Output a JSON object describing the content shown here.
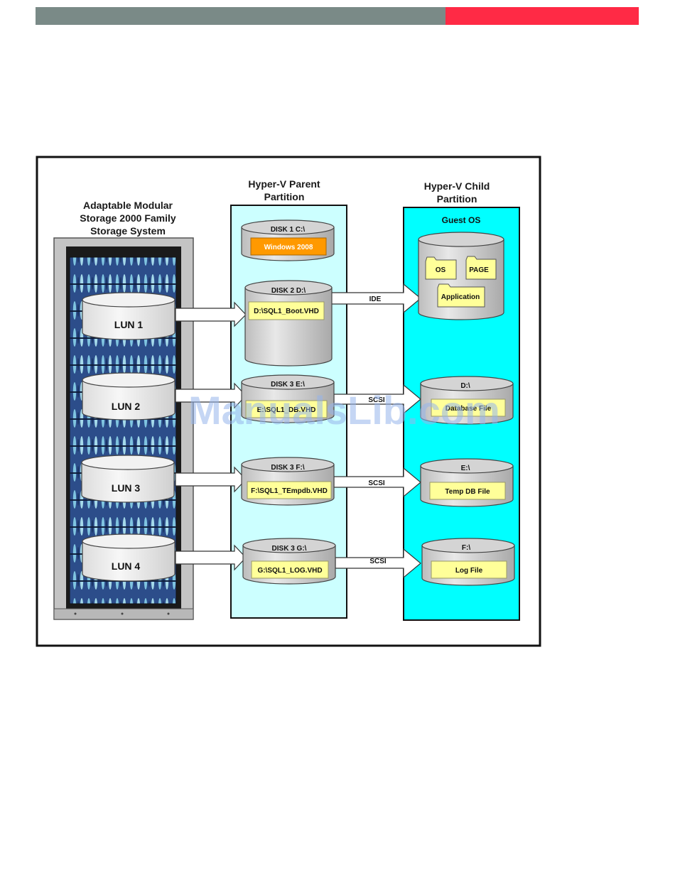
{
  "header": {
    "gray_color": "#7a8a87",
    "red_color": "#ff2a45"
  },
  "storage": {
    "title": [
      "Adaptable Modular",
      "Storage 2000 Family",
      "Storage System"
    ],
    "luns": [
      "LUN 1",
      "LUN 2",
      "LUN 3",
      "LUN 4"
    ]
  },
  "parent": {
    "title": [
      "Hyper-V Parent",
      "Partition"
    ],
    "fill_color": "#ccffff",
    "disks": [
      {
        "name": "DISK 1 C:\\",
        "file": "Windows 2008"
      },
      {
        "name": "DISK 2 D:\\",
        "file": "D:\\SQL1_Boot.VHD"
      },
      {
        "name": "DISK 3 E:\\",
        "file": "E:\\SQL1_DB.VHD"
      },
      {
        "name": "DISK 3 F:\\",
        "file": "F:\\SQL1_TEmpdb.VHD"
      },
      {
        "name": "DISK 3 G:\\",
        "file": "G:\\SQL1_LOG.VHD"
      }
    ]
  },
  "child": {
    "title": [
      "Hyper-V Child",
      "Partition"
    ],
    "guest_os": "Guest OS",
    "fill_color": "#00ffff",
    "folders": [
      "OS",
      "PAGE",
      "Application"
    ],
    "disks": [
      {
        "name": "D:\\",
        "file": "Database File"
      },
      {
        "name": "E:\\",
        "file": "Temp DB File"
      },
      {
        "name": "F:\\",
        "file": "Log File"
      }
    ]
  },
  "connections": [
    "IDE",
    "SCSI",
    "SCSI",
    "SCSI"
  ],
  "watermark": "ManualsLib.com"
}
